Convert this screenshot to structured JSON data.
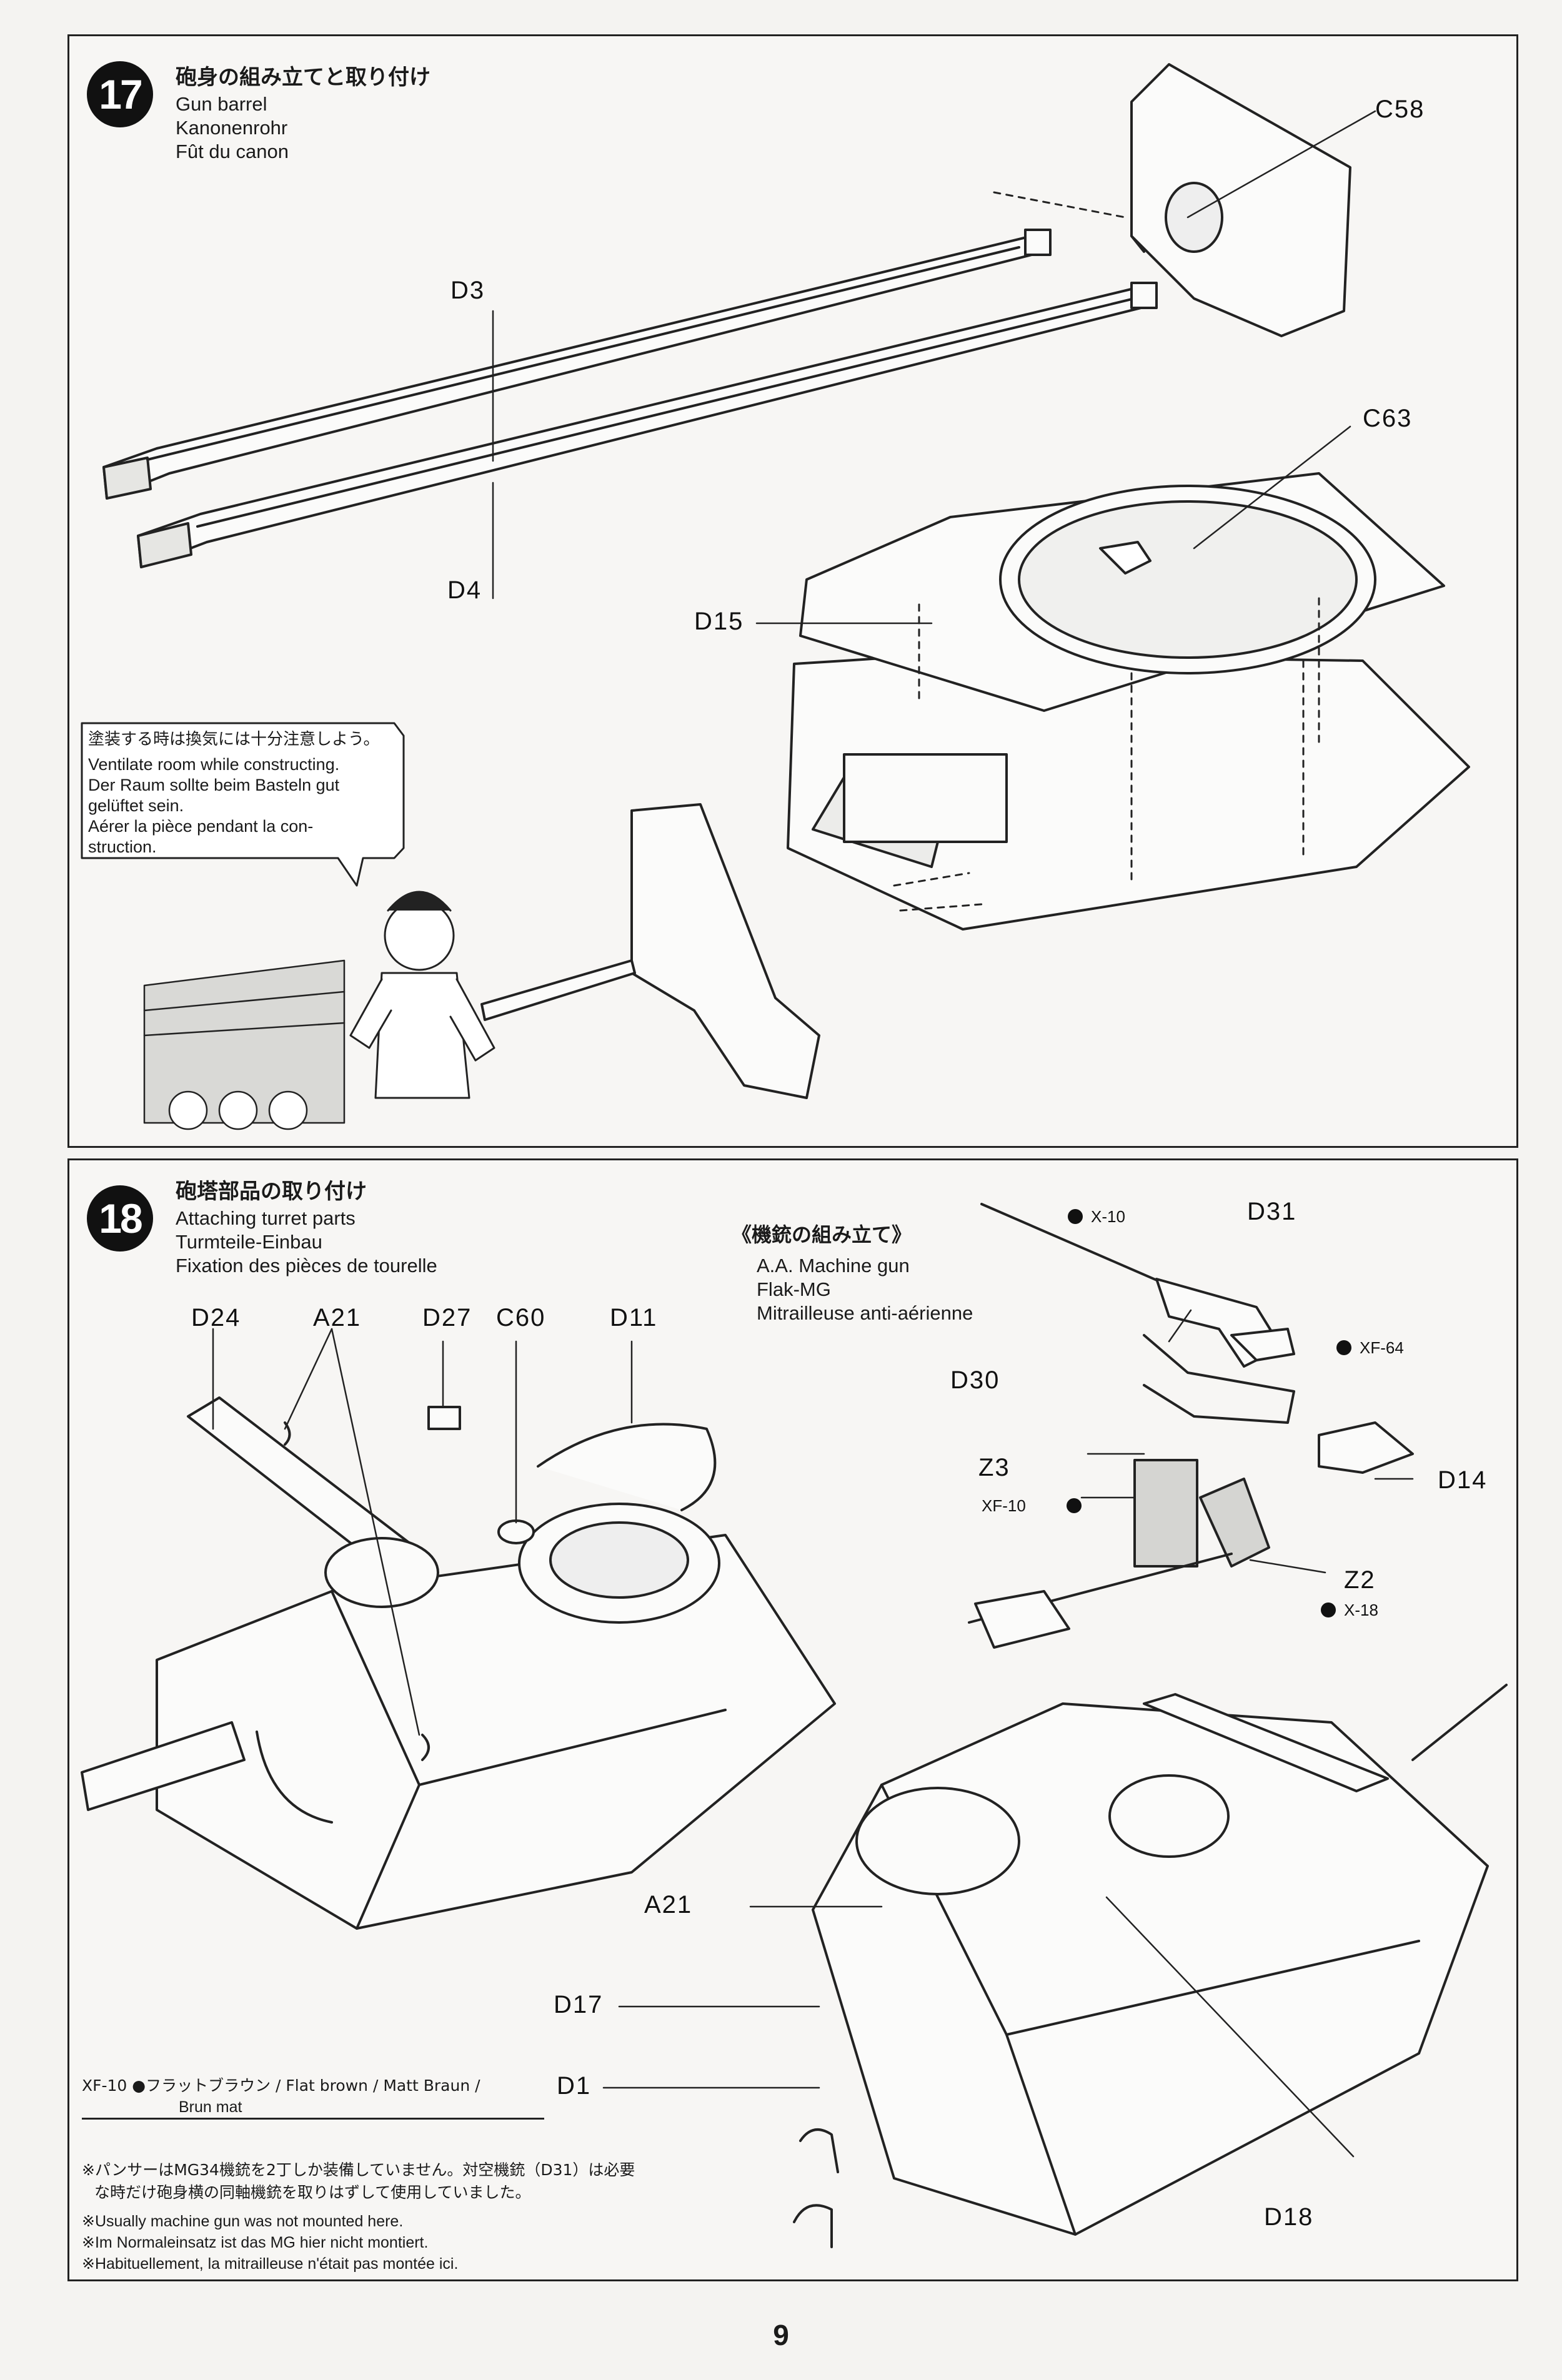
{
  "page_number": "9",
  "step17": {
    "number": "17",
    "title_jp": "砲身の組み立てと取り付け",
    "title_en": "Gun barrel",
    "title_de": "Kanonenrohr",
    "title_fr": "Fût du canon",
    "parts": {
      "c58": "C58",
      "d3": "D3",
      "c63": "C63",
      "d4": "D4",
      "d15": "D15"
    },
    "bubble": {
      "jp": "塗装する時は換気には十分注意しよう。",
      "en": "Ventilate room while constructing.",
      "de1": "Der Raum sollte beim Basteln gut",
      "de2": "gelüftet sein.",
      "fr1": "Aérer la pièce pendant la con-",
      "fr2": "struction."
    }
  },
  "step18": {
    "number": "18",
    "title_jp": "砲塔部品の取り付け",
    "title_en": "Attaching turret parts",
    "title_de": "Turmteile-Einbau",
    "title_fr": "Fixation des pièces de tourelle",
    "mg_title_jp": "《機銃の組み立て》",
    "mg_en": "A.A. Machine gun",
    "mg_de": "Flak-MG",
    "mg_fr": "Mitrailleuse anti-aérienne",
    "parts": {
      "d24": "D24",
      "a21": "A21",
      "d27": "D27",
      "c60": "C60",
      "d11": "D11",
      "d31": "D31",
      "d30": "D30",
      "z3": "Z3",
      "d14": "D14",
      "z2": "Z2",
      "a21b": "A21",
      "d17": "D17",
      "d1": "D1",
      "d18": "D18"
    },
    "paints": {
      "x10_top": "X-10",
      "xf64": "XF-64",
      "xf10": "XF-10",
      "x18": "X-18"
    },
    "color_key": {
      "line1": "XF-10 ●フラットブラウン / Flat brown / Matt Braun /",
      "line2": "Brun mat"
    },
    "notes": {
      "jp1": "※パンサーはMG34機銃を2丁しか装備していません。対空機銃（D31）は必要",
      "jp2": "な時だけ砲身横の同軸機銃を取りはずして使用していました。",
      "en": "※Usually machine gun was not mounted here.",
      "de": "※Im Normaleinsatz ist das MG hier nicht montiert.",
      "fr": "※Habituellement, la mitrailleuse n'était pas montée ici."
    }
  }
}
